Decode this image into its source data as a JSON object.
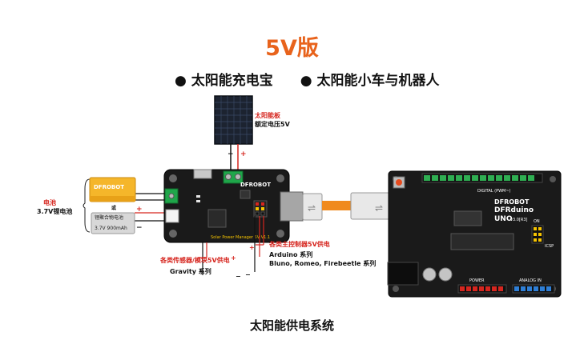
{
  "title": "5V版",
  "bullets": [
    "太阳能充电宝",
    "太阳能小车与机器人"
  ],
  "caption": "太阳能供电系统",
  "solar_panel": {
    "name": "太阳能板",
    "voltage": "额定电压5V"
  },
  "battery": {
    "label_title": "电池",
    "label_sub": "3.7V锂电池",
    "brand": "DFROBOT",
    "or_text": "或",
    "alt_name": "锂聚合物电池",
    "alt_spec": "3.7V 900mAh"
  },
  "sensor_out": {
    "title": "各类传感器/模块5V供电",
    "sub": "Gravity 系列"
  },
  "controller_out": {
    "title": "各类主控制器5V供电",
    "line1": "Arduino 系列",
    "line2": "Bluno, Romeo, Firebeetle 系列"
  },
  "board": {
    "brand": "DFROBOT",
    "name": "Solar Power Manager 5V V1.1"
  },
  "arduino": {
    "brand1": "DFROBOT",
    "brand2": "DFRduino",
    "model": "UNO",
    "ver": "v3.0[R3]",
    "digital": "DIGITAL (PWM~)",
    "analog": "ANALOG IN",
    "power": "POWER",
    "icsp": "ICSP",
    "on": "ON"
  },
  "symbols": {
    "plus": "+",
    "minus": "−"
  }
}
